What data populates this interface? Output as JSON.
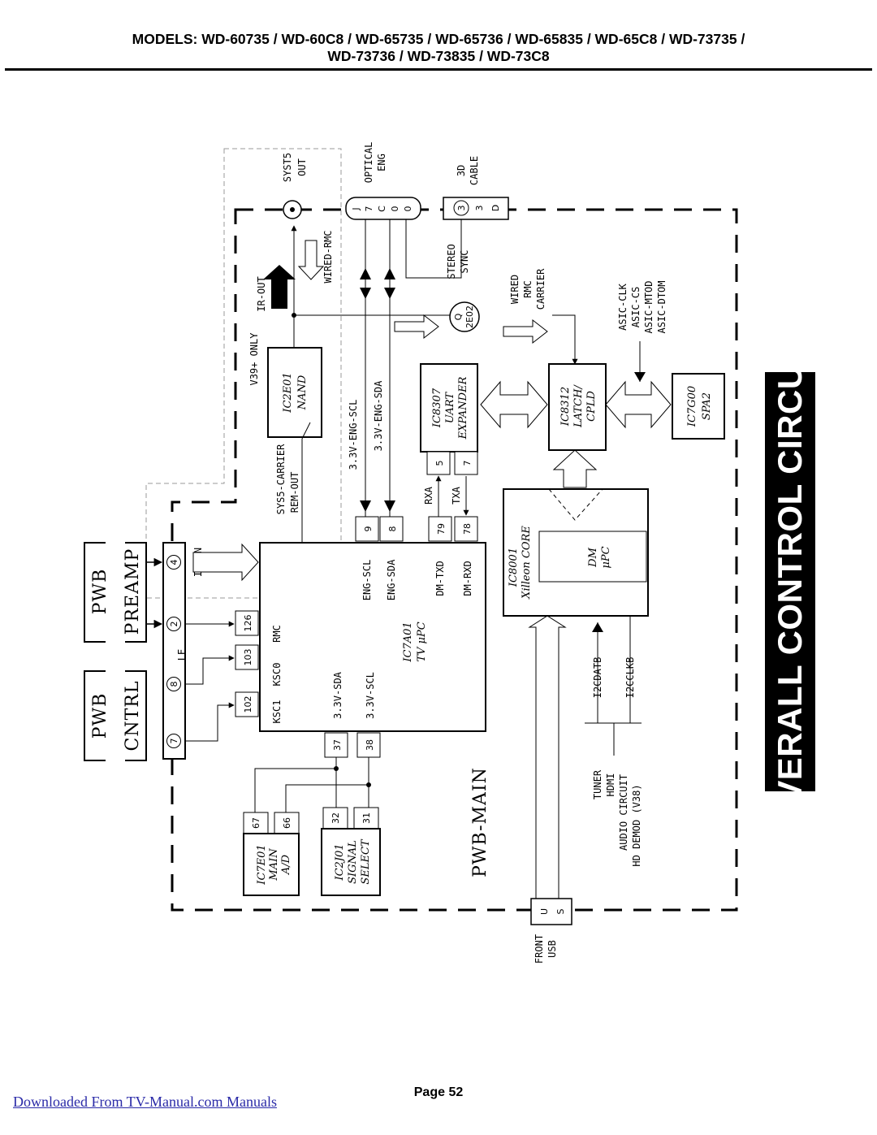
{
  "header": {
    "line1": "MODELS: WD-60735 / WD-60C8 / WD-65735 / WD-65736 / WD-65835 / WD-65C8 / WD-73735 /",
    "line2": "WD-73736 / WD-73835 / WD-73C8"
  },
  "side_title": "OVERALL CONTROL CIRCUIT",
  "footer": {
    "download_link": "Downloaded From TV-Manual.com Manuals",
    "page": "Page 52"
  },
  "diagram": {
    "boards": {
      "pwb_preamp": [
        "PWB",
        "PREAMP"
      ],
      "pwb_cntrl": [
        "PWB",
        "CNTRL"
      ],
      "pwb_main": "PWB-MAIN"
    },
    "connector_pins": [
      "4",
      "2",
      "8",
      "7"
    ],
    "connector_labels": {
      "ir_in": "IR-IN",
      "le": "LE"
    },
    "ics": {
      "ic7a01": [
        "IC7A01",
        "TV μPC"
      ],
      "ic2e01": [
        "IC2E01",
        "NAND"
      ],
      "ic8307": [
        "IC8307",
        "UART",
        "EXPANDER"
      ],
      "ic8312": [
        "IC8312",
        "LATCH/",
        "CPLD"
      ],
      "ic7g00": [
        "IC7G00",
        "SPA2"
      ],
      "ic8001": [
        "IC8001",
        "Xilleon CORE"
      ],
      "dm": [
        "DM",
        "μPC"
      ],
      "ic7e01": [
        "IC7E01",
        "MAIN",
        "A/D"
      ],
      "ic2j01": [
        "IC2J01",
        "SIGNAL",
        "SELECT"
      ]
    },
    "ic7a01_pins": {
      "left": [
        {
          "num": "126",
          "name": "RMC"
        },
        {
          "num": "103",
          "name": "KSC0"
        },
        {
          "num": "102",
          "name": "KSC1"
        }
      ],
      "top": [
        {
          "num": "9",
          "name": "ENG-SCL"
        },
        {
          "num": "8",
          "name": "ENG-SDA"
        },
        {
          "num": "79",
          "name": "DM-TXD"
        },
        {
          "num": "78",
          "name": "DM-RXD"
        }
      ],
      "bottom": [
        {
          "num": "37",
          "name": "3.3V-SDA"
        },
        {
          "num": "38",
          "name": "3.3V-SCL"
        }
      ]
    },
    "ic8307_pins": [
      {
        "num": "5",
        "name": "RXA"
      },
      {
        "num": "7",
        "name": "TXA"
      }
    ],
    "ic7e01_pins": [
      "67",
      "66"
    ],
    "ic2j01_pins": [
      "32",
      "31"
    ],
    "signals": {
      "v39_only": "V39+ ONLY",
      "ir_out": "IR-OUT",
      "wired_rmc": "WIRED-RMC",
      "sys5_carrier": "SYS5-CARRIER",
      "rem_out": "REM-OUT",
      "eng_scl": "3.3V-ENG-SCL",
      "eng_sda": "3.3V-ENG-SDA",
      "stereo_sync": [
        "STEREO",
        "SYNC"
      ],
      "wired_rmc_carrier": [
        "WIRED",
        "RMC",
        "CARRIER"
      ],
      "asic": [
        "ASIC-CLK",
        "ASIC-CS",
        "ASIC-MTOD",
        "ASIC-DTOM"
      ],
      "i2cdatb": "I2CDATB",
      "i2cclkb": "I2CCLKB",
      "destinations": [
        "TUNER",
        "HDMI",
        "AUDIO CIRCUIT",
        "HD DEMOD (V38)"
      ]
    },
    "connectors": {
      "syst5_out": [
        "SYST5",
        "OUT"
      ],
      "optical_eng": [
        "OPTICAL",
        "ENG"
      ],
      "optical_pins": [
        "J",
        "7",
        "C",
        "0",
        "0"
      ],
      "cable_3d": [
        "3D",
        "CABLE"
      ],
      "cable_pins": [
        "3",
        "3",
        "D"
      ],
      "q2e02": [
        "Q",
        "2E02"
      ],
      "usb": [
        "U",
        "S"
      ],
      "front_usb": [
        "FRONT",
        "USB"
      ]
    }
  }
}
